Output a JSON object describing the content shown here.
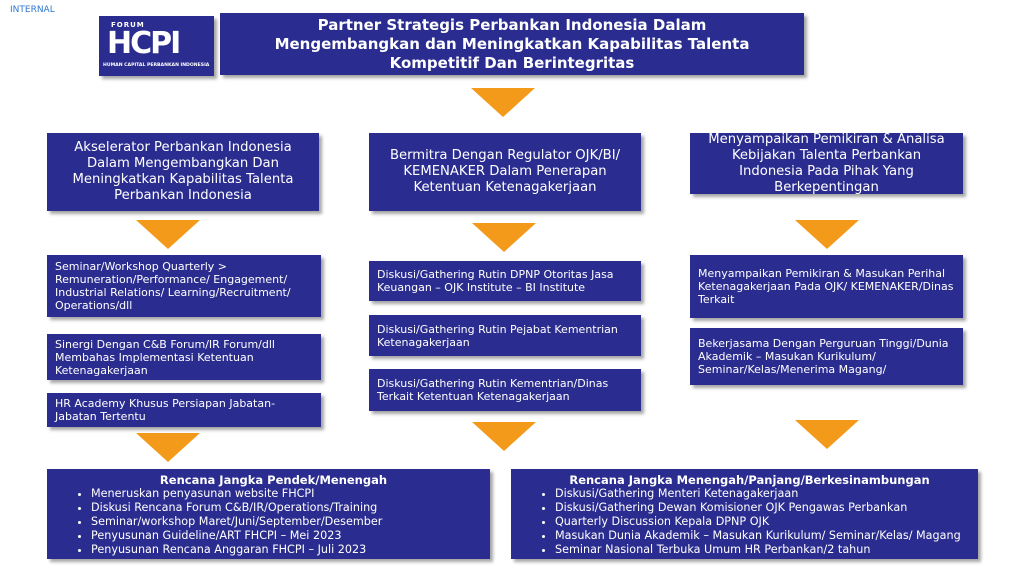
{
  "tag": "INTERNAL",
  "logo": {
    "top": "FORUM",
    "main": "HCPI",
    "sub": "HUMAN CAPITAL PERBANKAN INDONESIA"
  },
  "title": "Partner Strategis Perbankan Indonesia Dalam Mengembangkan dan Meningkatkan Kapabilitas Talenta Kompetitif Dan Berintegritas",
  "columns": [
    {
      "header": "Akselerator Perbankan Indonesia Dalam Mengembangkan Dan Meningkatkan Kapabilitas Talenta Perbankan Indonesia",
      "items": [
        "Seminar/Workshop Quarterly > Remuneration/Performance/ Engagement/ Industrial Relations/ Learning/Recruitment/ Operations/dll",
        "Sinergi Dengan C&B Forum/IR Forum/dll Membahas Implementasi Ketentuan Ketenagakerjaan",
        "HR Academy Khusus Persiapan Jabatan-Jabatan Tertentu"
      ]
    },
    {
      "header": "Bermitra Dengan Regulator OJK/BI/ KEMENAKER Dalam Penerapan Ketentuan Ketenagakerjaan",
      "items": [
        "Diskusi/Gathering Rutin DPNP Otoritas Jasa Keuangan – OJK Institute – BI Institute",
        "Diskusi/Gathering Rutin Pejabat Kementrian Ketenagakerjaan",
        "Diskusi/Gathering Rutin Kementrian/Dinas Terkait Ketentuan Ketenagakerjaan"
      ]
    },
    {
      "header": "Menyampaikan Pemikiran & Analisa Kebijakan Talenta Perbankan Indonesia Pada Pihak Yang Berkepentingan",
      "items": [
        "Menyampaikan Pemikiran & Masukan Perihal Ketenagakerjaan Pada OJK/ KEMENAKER/Dinas Terkait",
        "Bekerjasama Dengan Perguruan Tinggi/Dunia Akademik – Masukan Kurikulum/ Seminar/Kelas/Menerima Magang/"
      ]
    }
  ],
  "plans": [
    {
      "title": "Rencana Jangka Pendek/Menengah",
      "items": [
        "Meneruskan penyasunan website FHCPI",
        "Diskusi Rencana Forum C&B/IR/Operations/Training",
        "Seminar/workshop Maret/Juni/September/Desember",
        "Penyusunan Guideline/ART FHCPI – Mei 2023",
        "Penyusunan Rencana Anggaran FHCPI – Juli 2023"
      ]
    },
    {
      "title": "Rencana Jangka Menengah/Panjang/Berkesinambungan",
      "items": [
        "Diskusi/Gathering Menteri Ketenagakerjaan",
        "Diskusi/Gathering Dewan Komisioner OJK Pengawas Perbankan",
        "Quarterly Discussion Kepala DPNP OJK",
        "Masukan Dunia Akademik – Masukan Kurikulum/ Seminar/Kelas/ Magang",
        "Seminar Nasional Terbuka Umum HR Perbankan/2 tahun"
      ]
    }
  ],
  "colors": {
    "box": "#2a2c8f",
    "arrow": "#f39a1b",
    "tag": "#2f77d0"
  }
}
